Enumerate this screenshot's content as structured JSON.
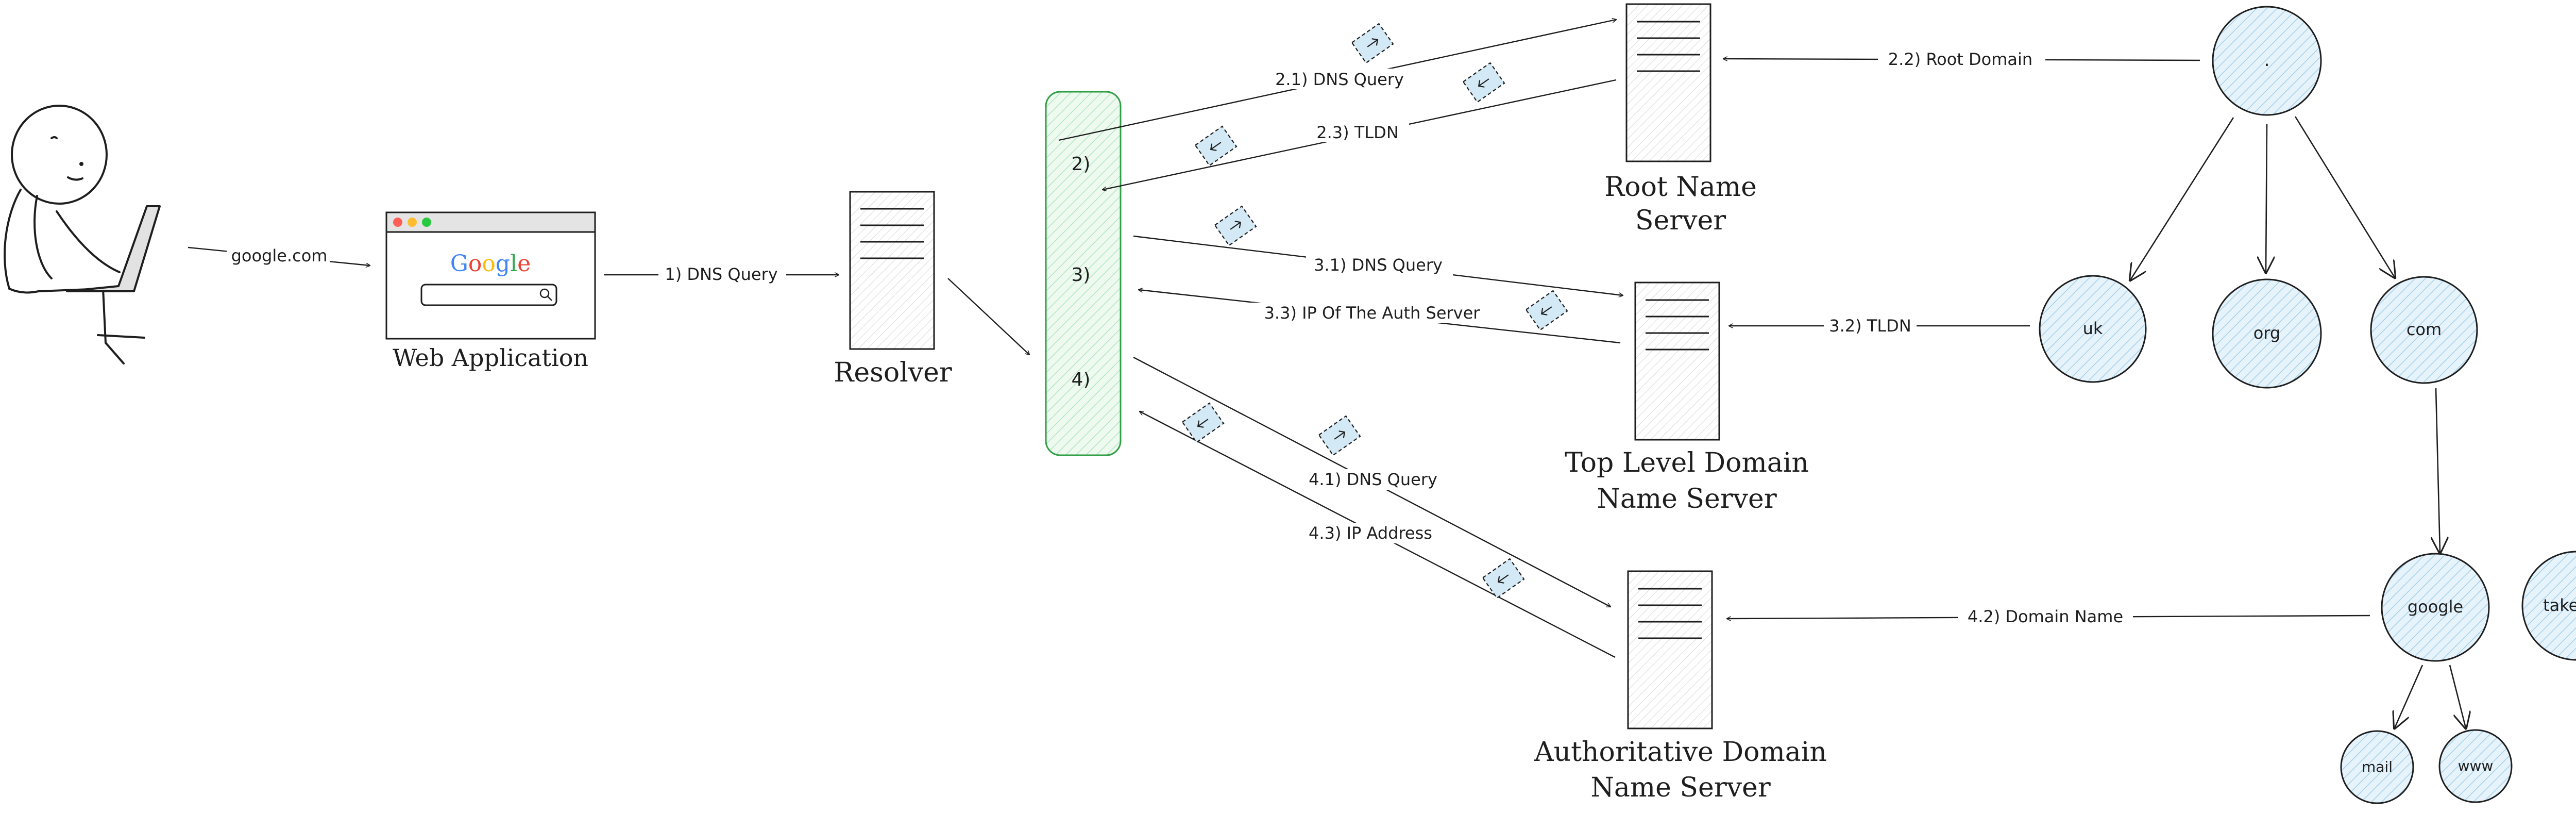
{
  "labels": {
    "user_to_app": "google.com",
    "app_to_resolver": "1) DNS Query",
    "root_query": "2.1) DNS Query",
    "root_reply": "2.3) TLDN",
    "root_domain": "2.2) Root Domain",
    "tld_query": "3.1) DNS Query",
    "tld_reply": "3.3) IP Of The Auth Server",
    "tld_lookup": "3.2) TLDN",
    "auth_query": "4.1) DNS Query",
    "auth_reply": "4.3) IP Address",
    "auth_lookup": "4.2) Domain Name"
  },
  "nodes": {
    "web_app": "Web Application",
    "resolver": "Resolver",
    "root_server": [
      "Root Name",
      "Server"
    ],
    "tld_server": [
      "Top Level Domain",
      "Name Server"
    ],
    "auth_server": [
      "Authoritative  Domain",
      "Name Server"
    ],
    "google_logo": [
      "G",
      "o",
      "o",
      "g",
      "l",
      "e"
    ]
  },
  "steps": [
    "2)",
    "3)",
    "4)"
  ],
  "tree": {
    "root": ".",
    "tlds": [
      "uk",
      "org",
      "com"
    ],
    "domains": [
      "google",
      "takealot"
    ],
    "subdomains": [
      "mail",
      "www"
    ]
  },
  "colors": {
    "stroke": "#1e1e1e",
    "node_fill": "#d4e9f6",
    "cache_stroke": "#2f9e44",
    "cache_fill": "#d3f2da",
    "server_fill": "#ececec",
    "google_blue": "#4285f4",
    "google_red": "#ea4335",
    "google_yellow": "#fbbc05",
    "google_green": "#34a853"
  }
}
